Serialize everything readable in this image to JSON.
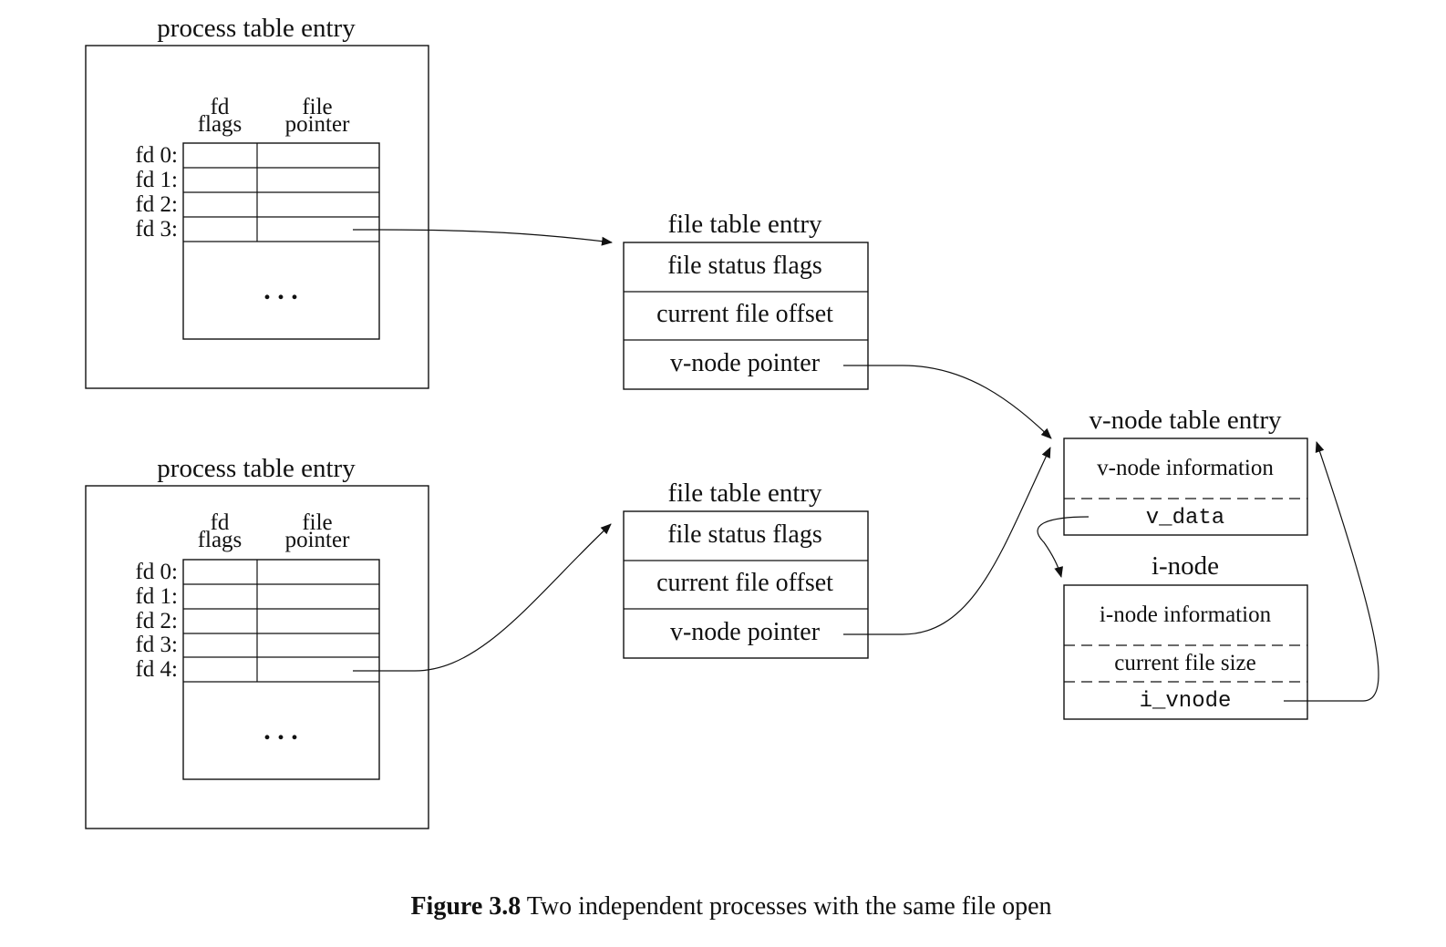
{
  "processes": [
    {
      "title": "process table entry",
      "col_headers": {
        "fd_flags": [
          "fd",
          "flags"
        ],
        "file_pointer": [
          "file",
          "pointer"
        ]
      },
      "rows": [
        "fd 0:",
        "fd 1:",
        "fd 2:",
        "fd 3:"
      ],
      "ellipsis": ". . ."
    },
    {
      "title": "process table entry",
      "col_headers": {
        "fd_flags": [
          "fd",
          "flags"
        ],
        "file_pointer": [
          "file",
          "pointer"
        ]
      },
      "rows": [
        "fd 0:",
        "fd 1:",
        "fd 2:",
        "fd 3:",
        "fd 4:"
      ],
      "ellipsis": ". . ."
    }
  ],
  "file_tables": [
    {
      "title": "file table entry",
      "fields": [
        "file status flags",
        "current file offset",
        "v-node pointer"
      ]
    },
    {
      "title": "file table entry",
      "fields": [
        "file status flags",
        "current file offset",
        "v-node pointer"
      ]
    }
  ],
  "vnode": {
    "title": "v-node table entry",
    "info": "v-node information",
    "v_data": "v_data"
  },
  "inode": {
    "title": "i-node",
    "info": "i-node information",
    "size": "current file size",
    "i_vnode": "i_vnode"
  },
  "caption": {
    "label": "Figure 3.8",
    "text": "Two independent processes with the same file open"
  }
}
